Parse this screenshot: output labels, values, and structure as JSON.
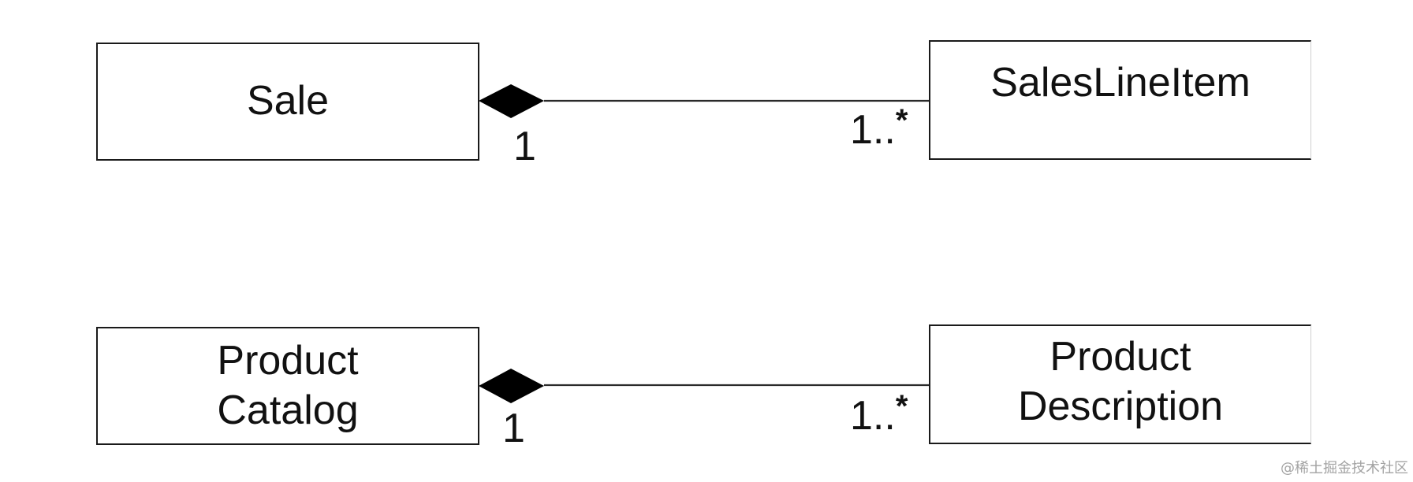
{
  "diagram": {
    "type": "uml-class-composition",
    "associations": [
      {
        "id": "sale-saleslineitem",
        "whole": {
          "name": "Sale",
          "lines": [
            "Sale"
          ],
          "multiplicity": "1"
        },
        "part": {
          "name": "SalesLineItem",
          "lines": [
            "SalesLineItem"
          ],
          "multiplicity_number": "1..",
          "multiplicity_star": "*"
        },
        "relationship": "composition",
        "end_marker": "filled-diamond"
      },
      {
        "id": "productcatalog-productdescription",
        "whole": {
          "name": "Product Catalog",
          "lines": [
            "Product",
            "Catalog"
          ],
          "multiplicity": "1"
        },
        "part": {
          "name": "Product Description",
          "lines": [
            "Product",
            "Description"
          ],
          "multiplicity_number": "1..",
          "multiplicity_star": "*"
        },
        "relationship": "composition",
        "end_marker": "filled-diamond"
      }
    ]
  },
  "watermark": "@稀土掘金技术社区",
  "colors": {
    "stroke": "#1a1a1a",
    "diamond": "#000000",
    "background": "#ffffff",
    "watermark": "#a3a3a3"
  }
}
